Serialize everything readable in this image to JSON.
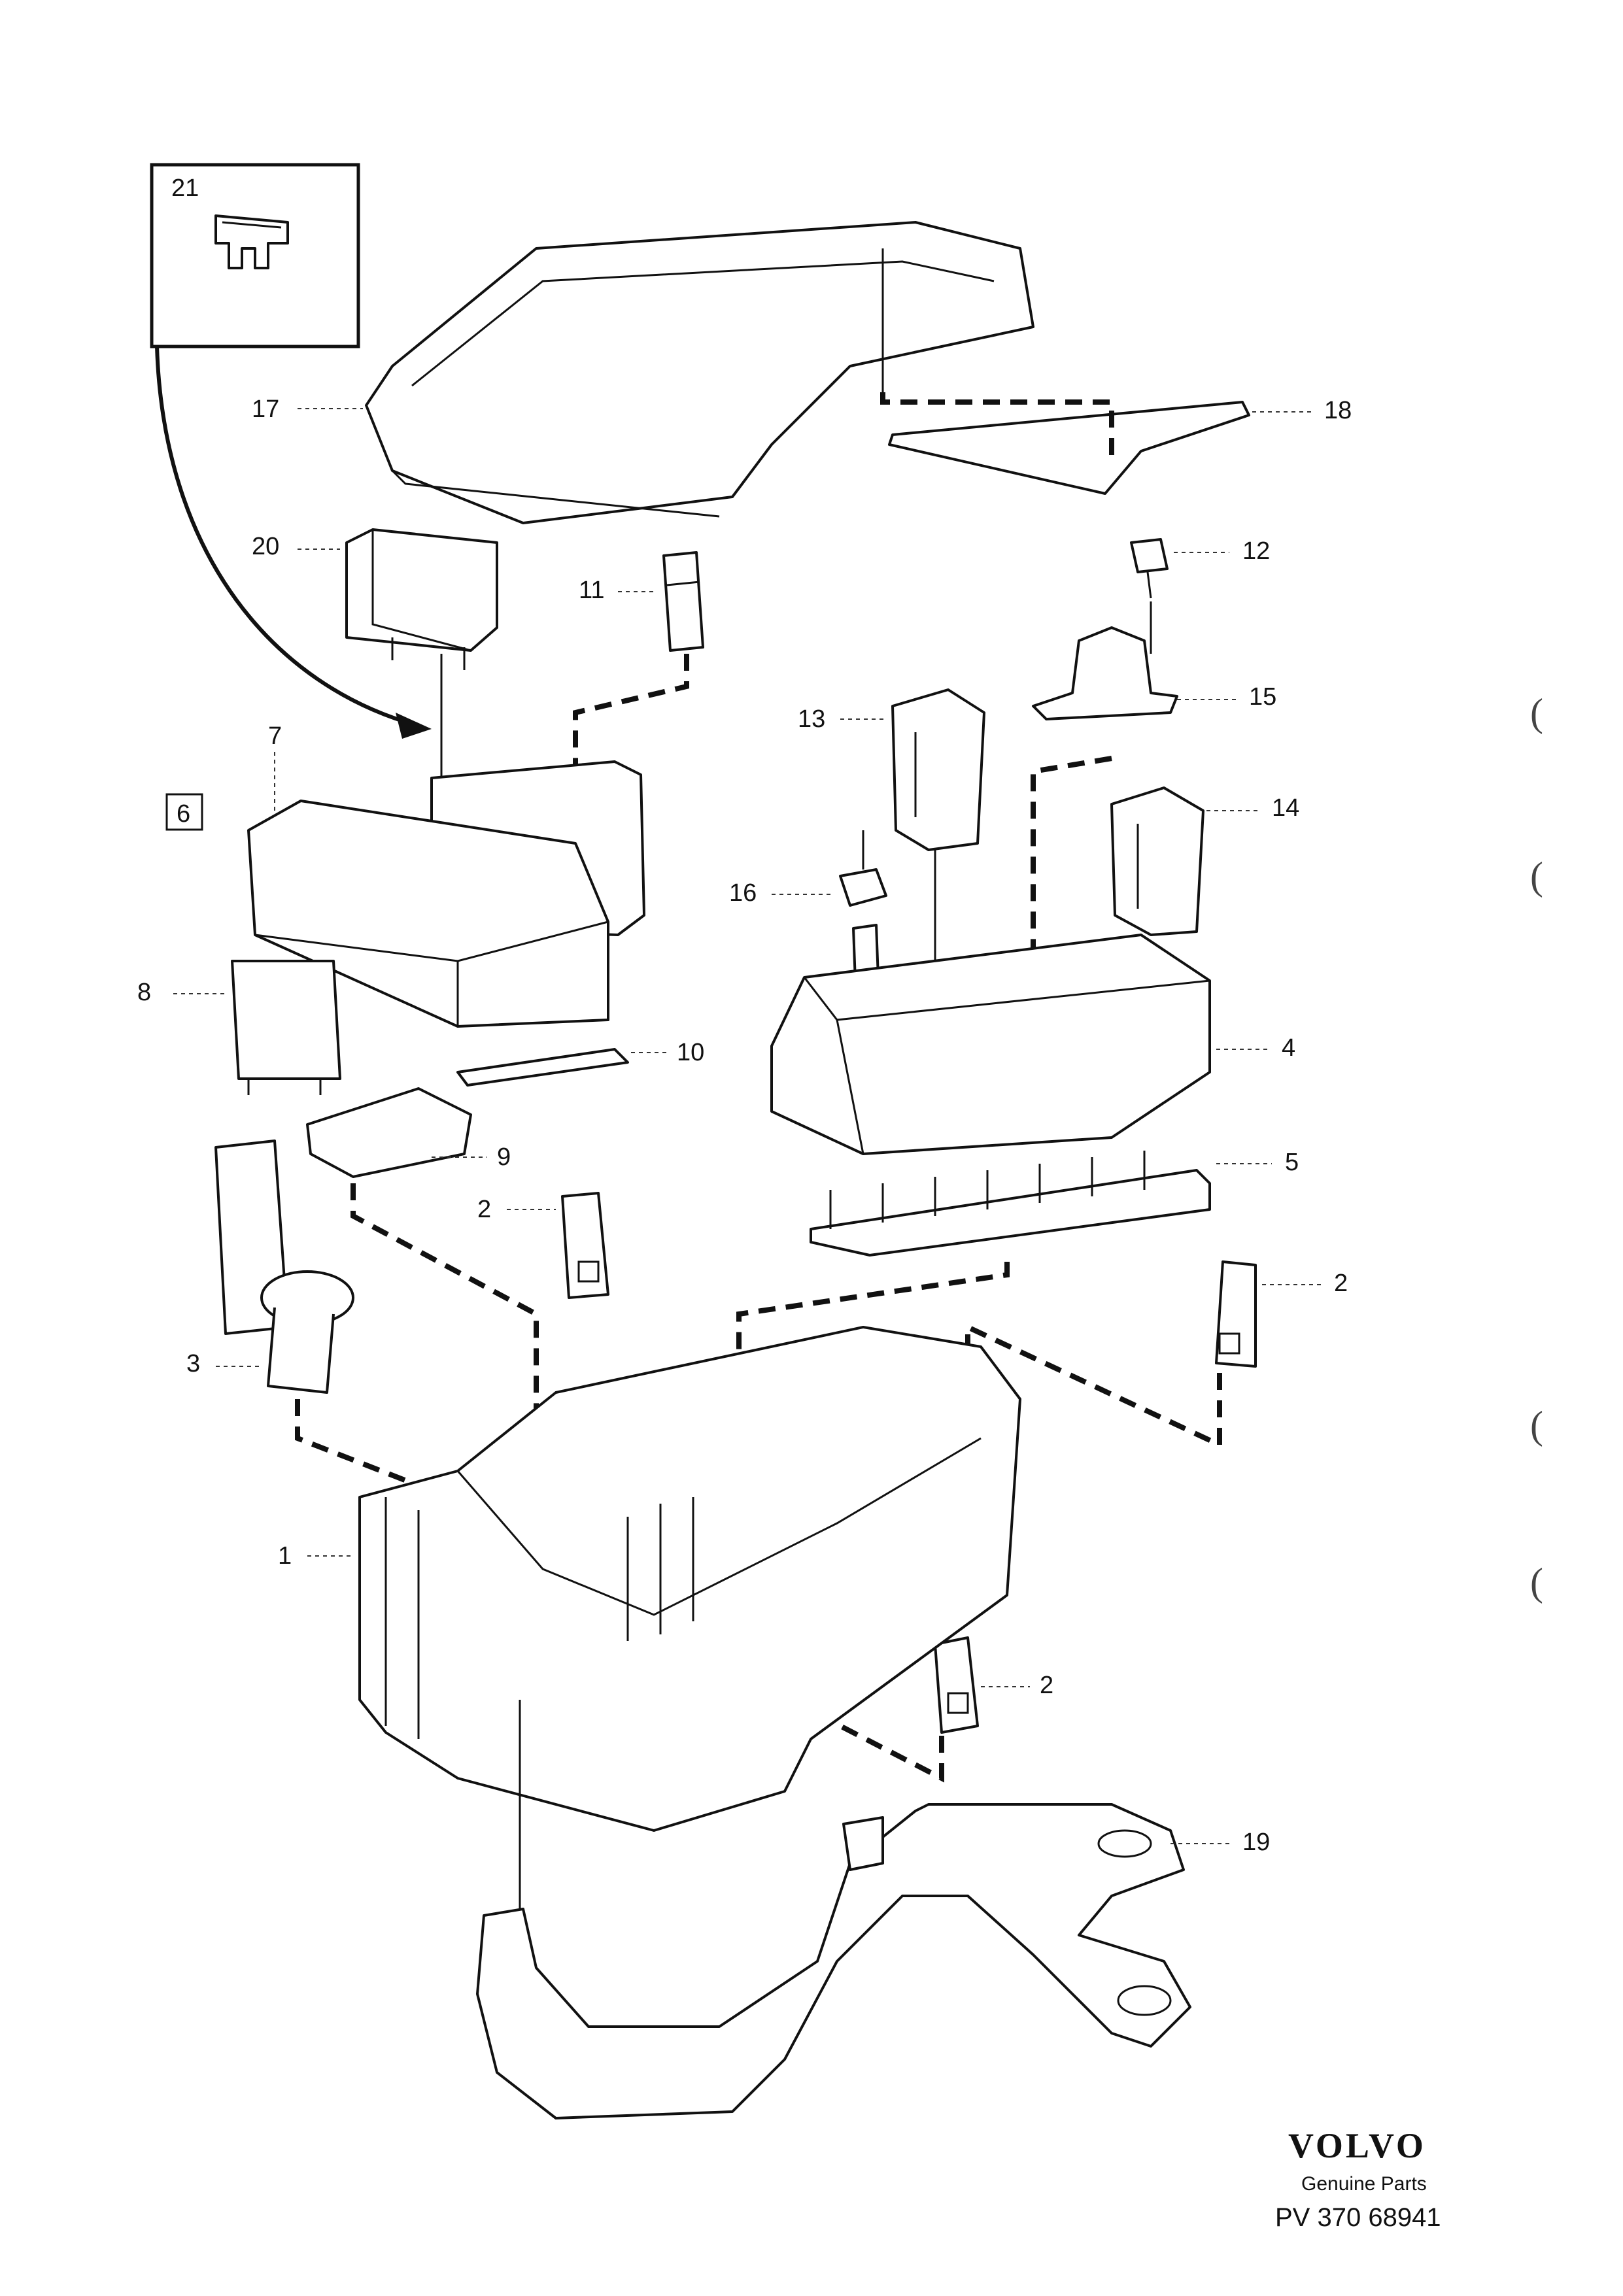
{
  "callouts": {
    "c1": "1",
    "c2a": "2",
    "c2b": "2",
    "c2c": "2",
    "c3": "3",
    "c4": "4",
    "c5": "5",
    "c6": "6",
    "c7": "7",
    "c8": "8",
    "c9": "9",
    "c10": "10",
    "c11": "11",
    "c12": "12",
    "c13": "13",
    "c14": "14",
    "c15": "15",
    "c16": "16",
    "c17": "17",
    "c18": "18",
    "c19": "19",
    "c20": "20",
    "c21": "21"
  },
  "footer": {
    "brand": "VOLVO",
    "subtitle": "Genuine Parts",
    "code": "PV 370 68941"
  },
  "margin_marks": [
    "(",
    "(",
    "(",
    "("
  ]
}
